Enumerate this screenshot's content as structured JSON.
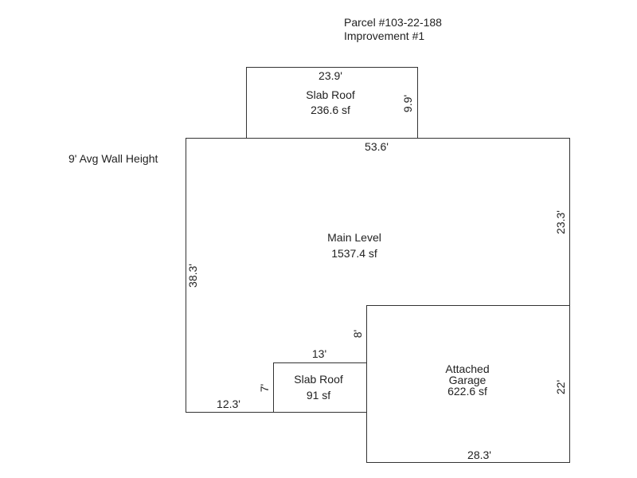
{
  "header": {
    "parcel": "Parcel #103-22-188",
    "improvement": "Improvement #1"
  },
  "wall_height": "9' Avg Wall Height",
  "slab_roof_top": {
    "name": "Slab Roof",
    "area": "236.6 sf",
    "dim_width": "23.9'",
    "dim_height": "9.9'"
  },
  "main_level": {
    "name": "Main Level",
    "area": "1537.4 sf",
    "dim_top": "53.6'",
    "dim_right": "23.3'",
    "dim_left": "38.3'",
    "dim_bottom": "12.3'",
    "dim_notch": "8'"
  },
  "slab_roof_bottom": {
    "name": "Slab Roof",
    "area": "91 sf",
    "dim_width": "13'",
    "dim_height": "7'"
  },
  "garage": {
    "name_line1": "Attached",
    "name_line2": "Garage",
    "area": "622.6 sf",
    "dim_right": "22'",
    "dim_bottom": "28.3'"
  }
}
